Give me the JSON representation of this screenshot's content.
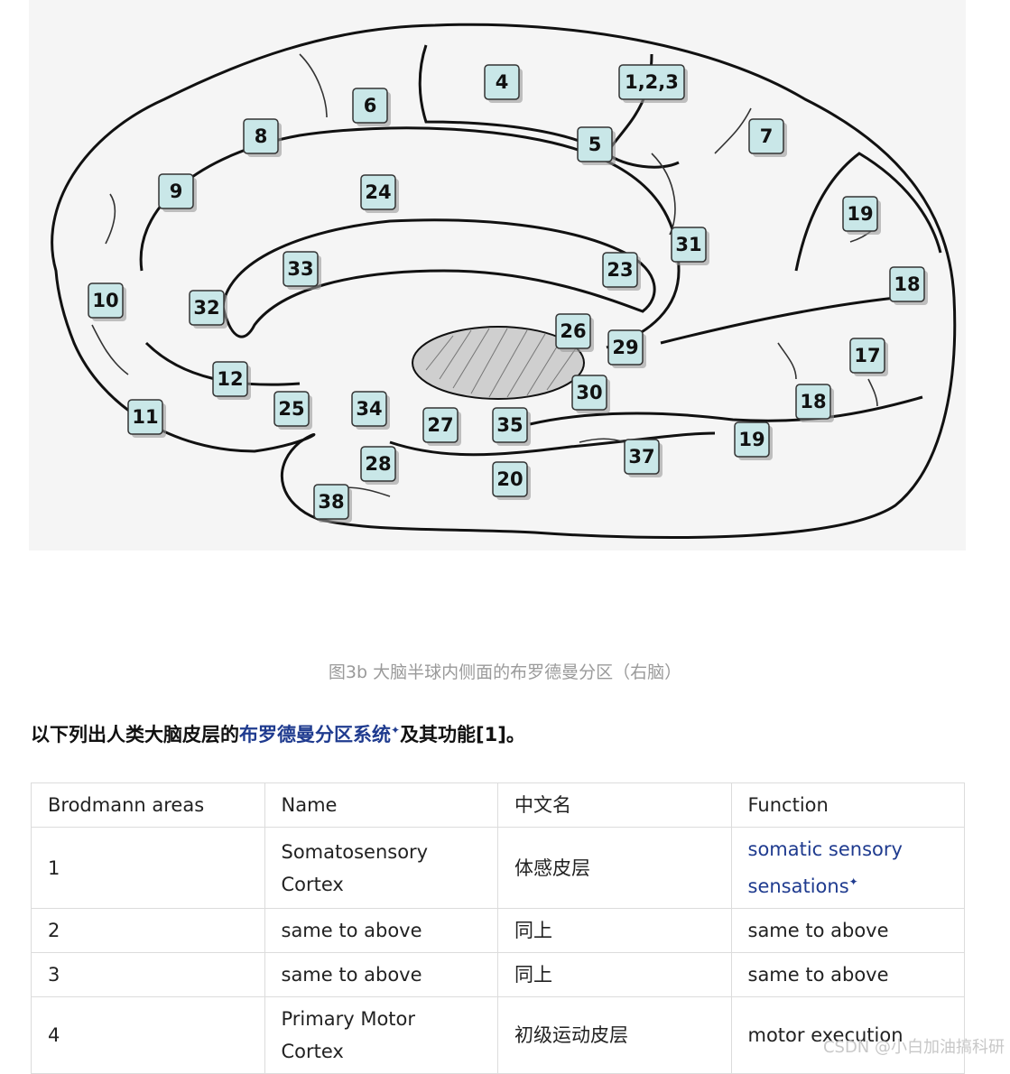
{
  "figure": {
    "areas": [
      "1,2,3",
      "4",
      "5",
      "6",
      "7",
      "8",
      "9",
      "10",
      "11",
      "12",
      "17",
      "18",
      "18",
      "19",
      "19",
      "20",
      "23",
      "24",
      "25",
      "26",
      "27",
      "28",
      "29",
      "30",
      "31",
      "32",
      "33",
      "34",
      "35",
      "37",
      "38"
    ],
    "caption": "图3b 大脑半球内侧面的布罗德曼分区（右脑）"
  },
  "intro": {
    "before": "以下列出人类大脑皮层的",
    "link": "布罗德曼分区系统",
    "mark": "✦",
    "after": "及其功能[1]。"
  },
  "table": {
    "headers": [
      "Brodmann areas",
      "Name",
      "中文名",
      "Function"
    ],
    "rows": [
      {
        "area": "1",
        "name": "Somatosensory Cortex",
        "zh": "体感皮层",
        "function": "somatic sensory sensations",
        "function_mark": "✦"
      },
      {
        "area": "2",
        "name": "same to above",
        "zh": "同上",
        "function": "same to above"
      },
      {
        "area": "3",
        "name": "same to above",
        "zh": "同上",
        "function": "same to above"
      },
      {
        "area": "4",
        "name": "Primary Motor Cortex",
        "zh": "初级运动皮层",
        "function": "motor execution"
      }
    ]
  },
  "watermark": "CSDN @小白加油搞科研",
  "colors": {
    "label_fill": "#c9e7e8",
    "link": "#1f3b8f",
    "caption": "#9a9a9a"
  }
}
